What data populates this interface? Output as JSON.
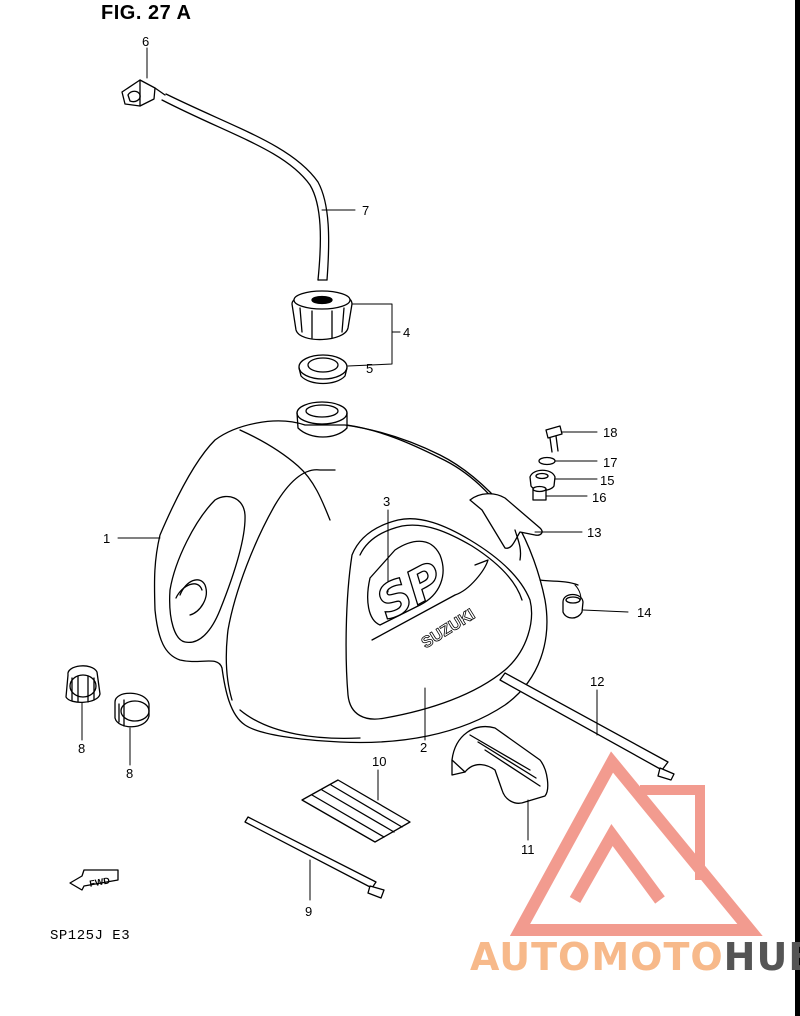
{
  "figure": {
    "title": "FIG. 27 A",
    "model": "SP125J  E3"
  },
  "callouts": [
    "6",
    "7",
    "4",
    "5",
    "18",
    "17",
    "15",
    "16",
    "13",
    "3",
    "1",
    "14",
    "12",
    "2",
    "8",
    "8",
    "10",
    "11",
    "9"
  ],
  "emblem": {
    "sp": "SP",
    "suzuki": "SUZUKI"
  },
  "fwd_label": "FWD",
  "watermark": {
    "part1": "AUTOMOTO",
    "part2": "HUB",
    "color1": "#f7b98a",
    "color2": "#555555",
    "logo_color": "#f08a7c"
  }
}
